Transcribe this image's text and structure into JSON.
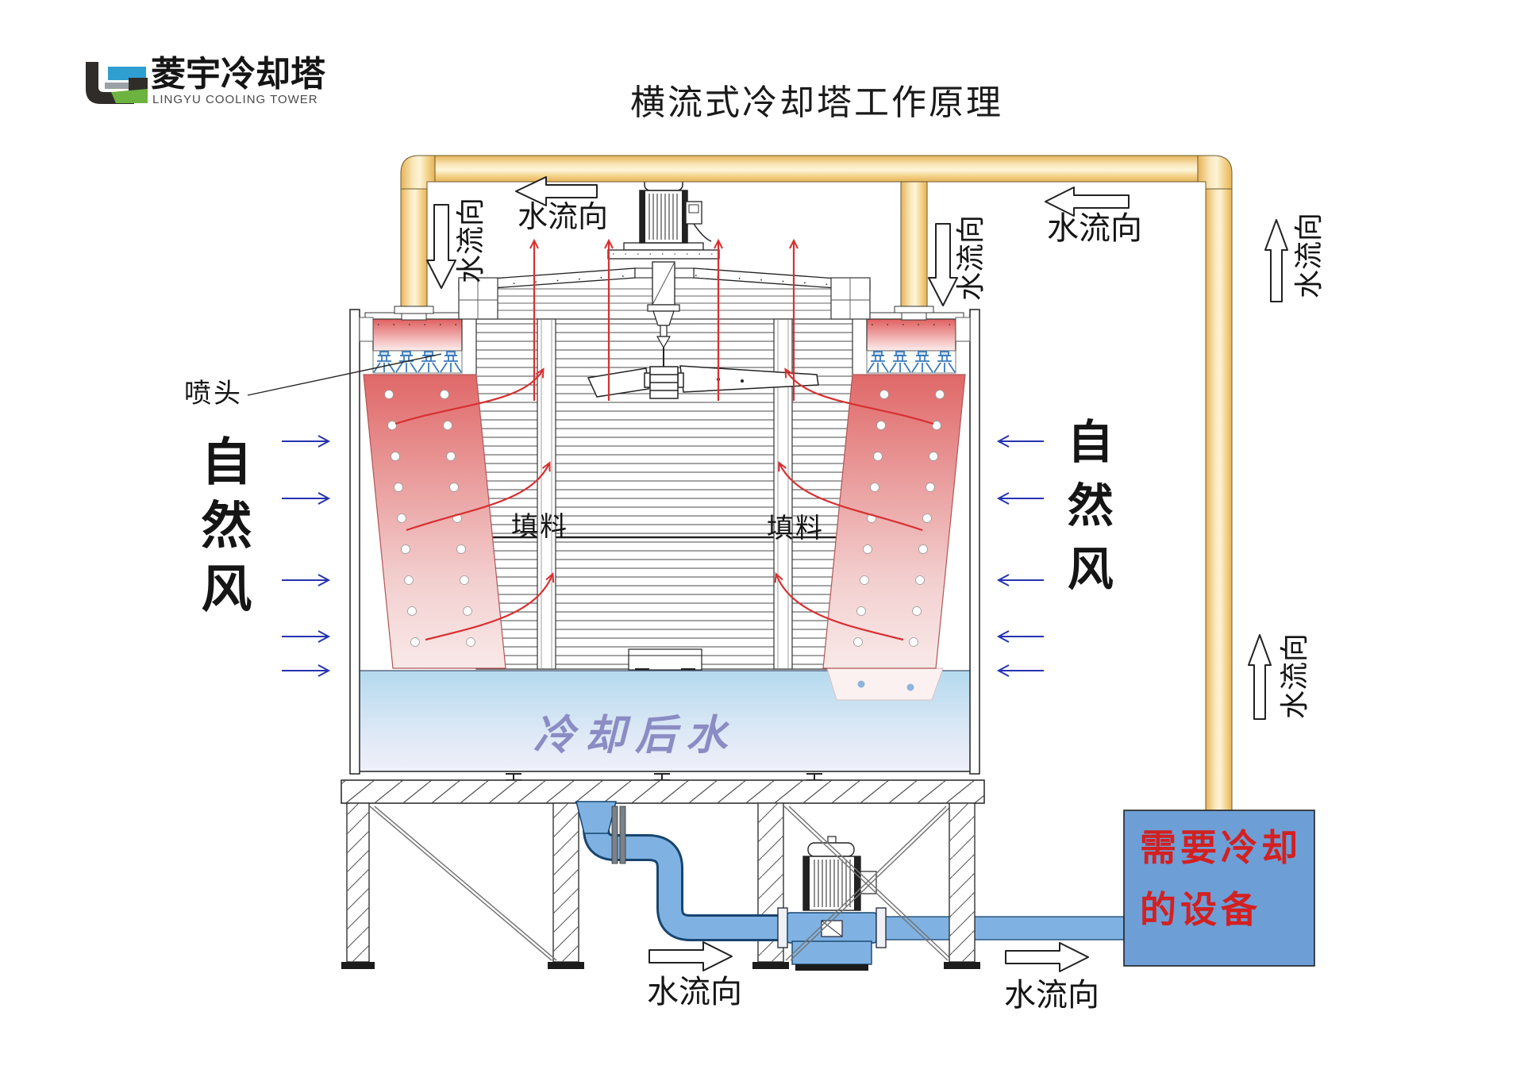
{
  "logo": {
    "name_cn": "菱宇冷却塔",
    "name_en": "LINGYU COOLING TOWER"
  },
  "title": "横流式冷却塔工作原理",
  "labels": {
    "water_flow": "水流向",
    "spray_head": "喷头",
    "natural_wind": "自然风",
    "fill_material": "填料",
    "cooled_water": "冷却后水",
    "equipment_line1": "需要冷却",
    "equipment_line2": "的设备"
  },
  "colors": {
    "pipe_orange": "#eec06a",
    "hot_water_red": "#e06060",
    "cold_water_blue": "#b4daee",
    "pipe_blue": "#7fb2e2",
    "equipment_box_blue": "#6d9ed6",
    "equipment_text_red": "#d32020",
    "wind_arrow_blue": "#2633b0",
    "airflow_red": "#d83030",
    "cooled_water_text": "#8b8cc4",
    "logo_blue": "#2f9fd2",
    "logo_green": "#6db33f"
  }
}
